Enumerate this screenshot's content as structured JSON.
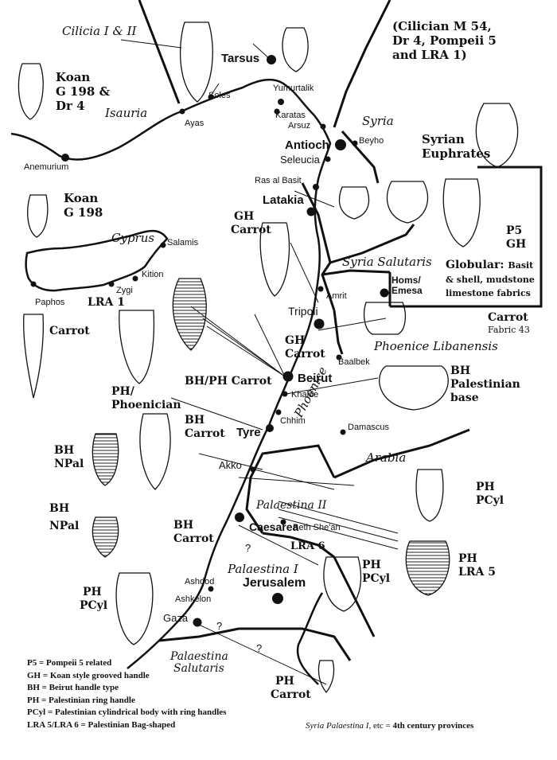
{
  "provinces": {
    "cilicia": "Cilicia I & II",
    "isauria": "Isauria",
    "syria": "Syria",
    "cyprus": "Cyprus",
    "syria_salutaris": "Syria Salutaris",
    "phoenice_libanensis": "Phoenice Libanensis",
    "phoenice": "Phoenice",
    "arabia": "Arabia",
    "palaestina_ii": "Palaestina II",
    "palaestina_i": "Palaestina I",
    "palaestina_salutaris_1": "Palaestina",
    "palaestina_salutaris_2": "Salutaris"
  },
  "cities": {
    "tarsus": "Tarsus",
    "yumurtalik": "Yumurtalik",
    "soles": "Soles",
    "karatas": "Karatas",
    "arsuz": "Arsuz",
    "ayas": "Ayas",
    "anemurium": "Anemurium",
    "antioch": "Antioch",
    "seleucia": "Seleucia",
    "beyho": "Beyho",
    "ras_al_basit": "Ras al Basit",
    "latakia": "Latakia",
    "salamis": "Salamis",
    "kition": "Kition",
    "zygi": "Zygi",
    "paphos": "Paphos",
    "amrit": "Amrit",
    "homs_1": "Homs/",
    "homs_2": "Emesa",
    "tripoli": "Tripoli",
    "baalbek": "Baalbek",
    "beirut": "Beirut",
    "khalde": "Khalde",
    "chhim": "Chhim",
    "tyre": "Tyre",
    "damascus": "Damascus",
    "akko": "Akko",
    "caesarea": "Caesarea",
    "beth_shean": "Beth She'an",
    "jerusalem": "Jerusalem",
    "ashdod": "Ashdod",
    "ashkelon": "Ashkelon",
    "gaza": "Gaza"
  },
  "uncertain_marks": [
    "?",
    "?",
    "?"
  ],
  "amphora_labels": {
    "cilician_1": "(Cilician M 54,",
    "cilician_2": "Dr 4, Pompeii 5",
    "cilician_3": "and LRA 1)",
    "koan_top_1": "Koan",
    "koan_top_2": "G 198 &",
    "koan_top_3": "Dr 4",
    "syrian_1": "Syrian",
    "syrian_2": "Euphrates",
    "koan_cyprus_1": "Koan",
    "koan_cyprus_2": "G 198",
    "gh_carrot_latakia_1": "GH",
    "gh_carrot_latakia_2": "Carrot",
    "p5_gh_1": "P5",
    "p5_gh_2": "GH",
    "globular_1": "Globular:",
    "globular_1b": "Basit",
    "globular_2": "& shell, mudstone",
    "globular_3": "limestone fabrics",
    "lra1": "LRA 1",
    "carrot_cyprus": "Carrot",
    "carrot_43_1": "Carrot",
    "carrot_43_2": "Fabric 43",
    "gh_carrot_tripoli_1": "GH",
    "gh_carrot_tripoli_2": "Carrot",
    "bh_ph_carrot": "BH/PH Carrot",
    "ph_phoenician_1": "PH/",
    "ph_phoenician_2": "Phoenician",
    "bh_pal_base_1": "BH",
    "bh_pal_base_2": "Palestinian",
    "bh_pal_base_3": "base",
    "bh_carrot_tyre_1": "BH",
    "bh_carrot_tyre_2": "Carrot",
    "bh_npal_1a": "BH",
    "bh_npal_1b": "NPal",
    "bh_npal_2a": "BH",
    "bh_npal_2b": "NPal",
    "ph_pcyl_east_1": "PH",
    "ph_pcyl_east_2": "PCyl",
    "bh_carrot_caesarea_1": "BH",
    "bh_carrot_caesarea_2": "Carrot",
    "lra6": "LRA 6",
    "ph_lra5_1": "PH",
    "ph_lra5_2": "LRA 5",
    "ph_pcyl_jer_1": "PH",
    "ph_pcyl_jer_2": "PCyl",
    "ph_pcyl_west_1": "PH",
    "ph_pcyl_west_2": "PCyl",
    "ph_carrot_south_1": "PH",
    "ph_carrot_south_2": "Carrot"
  },
  "legend": [
    "P5 = Pompeii 5 related",
    "GH = Koan style grooved handle",
    "BH = Beirut handle type",
    "PH = Palestinian ring handle",
    "PCyl = Palestinian cylindrical body with ring handles",
    "LRA 5/LRA 6 = Palestinian Bag-shaped"
  ],
  "note": {
    "italic": "Syria Palaestina I",
    "plain": ", etc = ",
    "bold": "4th century provinces"
  }
}
